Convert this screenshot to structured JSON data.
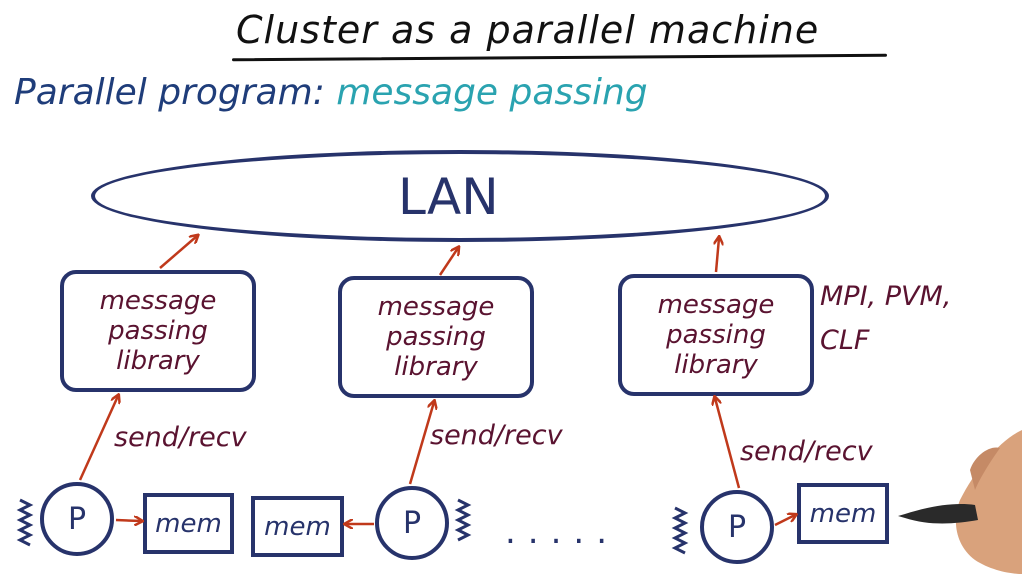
{
  "title": "Cluster as a parallel machine",
  "subtitle": {
    "label": "Parallel program:",
    "value": "message passing"
  },
  "network": {
    "label": "LAN"
  },
  "libraries": [
    {
      "lines": [
        "message",
        "passing",
        "library"
      ]
    },
    {
      "lines": [
        "message",
        "passing",
        "library"
      ]
    },
    {
      "lines": [
        "message",
        "passing",
        "library"
      ]
    }
  ],
  "library_examples": {
    "line1": "MPI, PVM,",
    "line2": "CLF"
  },
  "link_label": "send/recv",
  "nodes": [
    {
      "processor": "P",
      "memory": "mem"
    },
    {
      "processor": "P",
      "memory": "mem"
    },
    {
      "processor": "P",
      "memory": "mem"
    }
  ],
  "ellipsis": ".....",
  "colors": {
    "title": "#111111",
    "subtitle_label": "#1f3d7a",
    "subtitle_value": "#2aa3b0",
    "shapes": "#27336b",
    "text_maroon": "#5a1330",
    "arrows": "#c0391b"
  }
}
